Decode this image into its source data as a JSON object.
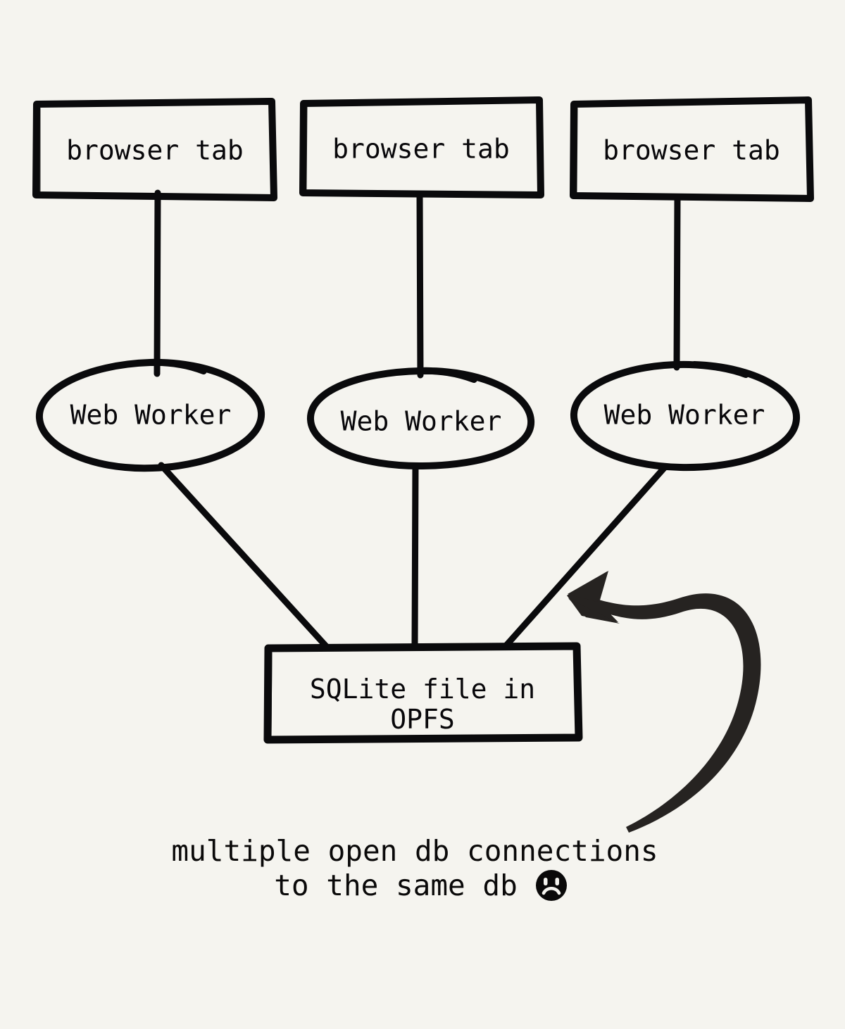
{
  "page": {
    "background_color": "#f5f4ef",
    "ink_color": "#0a0a0c",
    "arrow_color": "#262321",
    "style": "hand-drawn-sketch"
  },
  "diagram": {
    "title": "multiple open db connections to the same db",
    "tabs": [
      {
        "label": "browser tab"
      },
      {
        "label": "browser tab"
      },
      {
        "label": "browser tab"
      }
    ],
    "workers": [
      {
        "label": "Web Worker"
      },
      {
        "label": "Web Worker"
      },
      {
        "label": "Web Worker"
      }
    ],
    "store": {
      "label_line1": "SQLite file in",
      "label_line2": "OPFS"
    },
    "caption": {
      "line1": "multiple open db connections",
      "line2": "to the same db",
      "emoji_name": "frowning-face-emoji"
    },
    "connections": [
      {
        "from": "browser tab 1",
        "to": "Web Worker 1"
      },
      {
        "from": "browser tab 2",
        "to": "Web Worker 2"
      },
      {
        "from": "browser tab 3",
        "to": "Web Worker 3"
      },
      {
        "from": "Web Worker 1",
        "to": "SQLite file in OPFS"
      },
      {
        "from": "Web Worker 2",
        "to": "SQLite file in OPFS"
      },
      {
        "from": "Web Worker 3",
        "to": "SQLite file in OPFS"
      }
    ],
    "annotation_arrow": {
      "points_to": "Web Worker 3 to SQLite connection",
      "direction": "curved-left"
    }
  }
}
